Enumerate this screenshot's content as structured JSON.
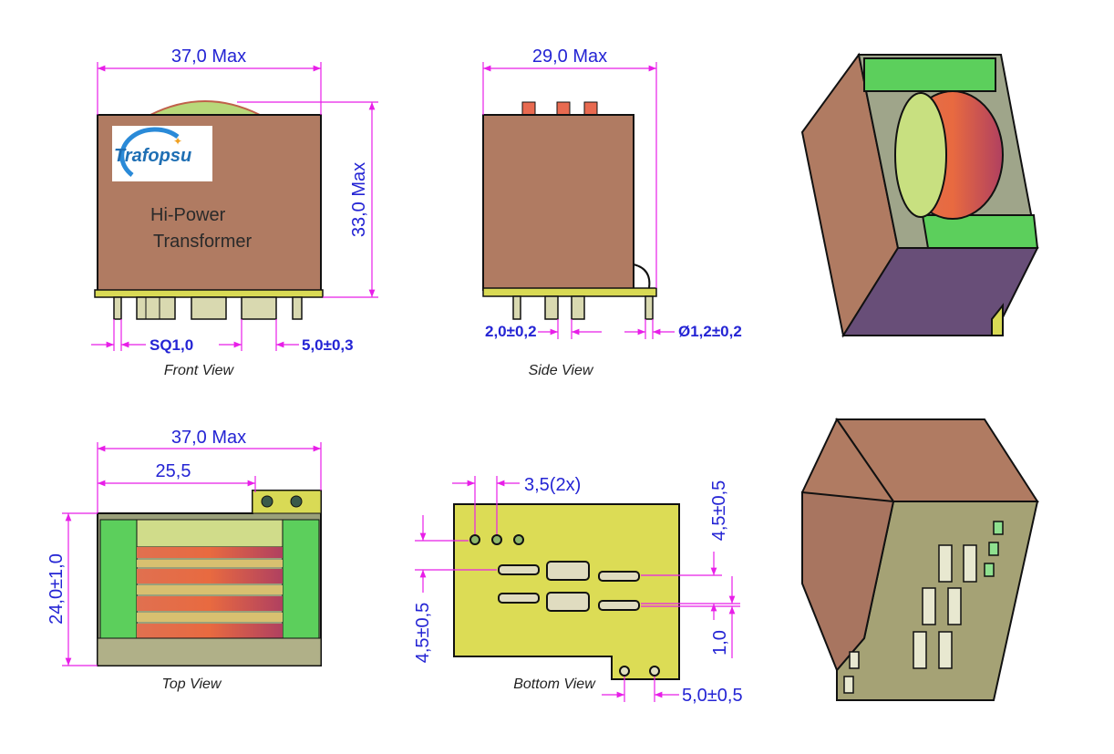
{
  "front_view": {
    "label": "Front View",
    "width_dim": "37,0 Max",
    "height_dim": "33,0 Max",
    "pin_dim": "SQ1,0",
    "pitch_dim": "5,0±0,3",
    "logo_text": "Trafopsu",
    "product_line1": "Hi-Power",
    "product_line2": "Transformer"
  },
  "side_view": {
    "label": "Side View",
    "width_dim": "29,0 Max",
    "pin_pitch_dim": "2,0±0,2",
    "pin_dia_dim": "Ø1,2±0,2"
  },
  "top_view": {
    "label": "Top View",
    "width_dim": "37,0 Max",
    "inner_dim": "25,5",
    "depth_dim": "24,0±1,0"
  },
  "bottom_view": {
    "label": "Bottom View",
    "pin_pitch_dim": "3,5(2x)",
    "left_offset_dim": "4,5±0,5",
    "right_offset_dim": "4,5±0,5",
    "slot_dim": "1,0",
    "mount_pitch_dim": "5,0±0,5"
  },
  "colors": {
    "dimension_line": "#e81ee8",
    "dimension_text": "#2424d4",
    "body": "#b07b62",
    "pcb": "#d9da55",
    "core": "#5ccf5c"
  }
}
